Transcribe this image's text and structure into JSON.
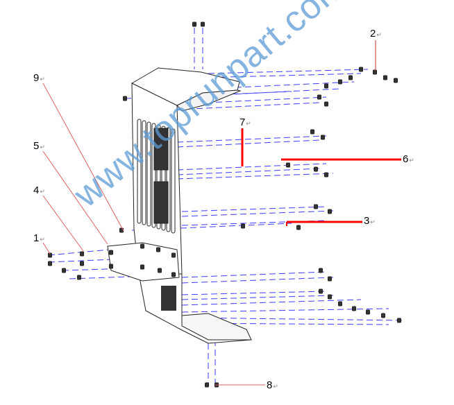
{
  "diagram": {
    "title": "Exploded view of a radiator / side cover assembly",
    "return_mark": "↵",
    "callouts": [
      {
        "id": "1",
        "text": "1"
      },
      {
        "id": "2",
        "text": "2"
      },
      {
        "id": "3",
        "text": "3"
      },
      {
        "id": "4",
        "text": "4"
      },
      {
        "id": "5",
        "text": "5"
      },
      {
        "id": "6",
        "text": "6"
      },
      {
        "id": "7",
        "text": "7"
      },
      {
        "id": "8",
        "text": "8"
      },
      {
        "id": "9",
        "text": "9"
      }
    ],
    "watermark": "www.toprunpart.com",
    "colors": {
      "leader_thick": "#ff0000",
      "leader_thin": "#e03030",
      "axis_dash": "#3b3bff",
      "outline": "#222222",
      "watermark": "#5b9bd5"
    }
  }
}
